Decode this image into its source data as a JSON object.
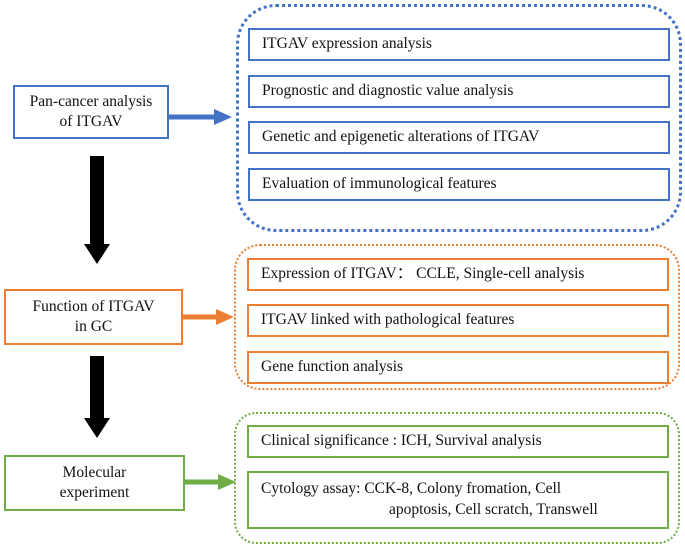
{
  "colors": {
    "blue": "#4472c4",
    "orange": "#ed7d31",
    "green": "#70ad47",
    "black": "#000000"
  },
  "stages": [
    {
      "id": "pan-cancer",
      "color": "blue",
      "lines": [
        "Pan-cancer analysis",
        "of ITGAV"
      ],
      "items": [
        "ITGAV expression analysis",
        "Prognostic and diagnostic value analysis",
        "Genetic and epigenetic alterations of ITGAV",
        "Evaluation of immunological features"
      ]
    },
    {
      "id": "function",
      "color": "orange",
      "lines": [
        "Function of ITGAV",
        "in GC"
      ],
      "items": [
        "Expression of ITGAV： CCLE, Single-cell analysis",
        "ITGAV linked with pathological features",
        "Gene function analysis"
      ]
    },
    {
      "id": "molecular",
      "color": "green",
      "lines": [
        "Molecular",
        "experiment"
      ],
      "items": [
        "Clinical significance : ICH, Survival analysis"
      ],
      "multiline_item": {
        "line1": "Cytology assay: CCK-8, Colony fromation, Cell",
        "line2": "apoptosis, Cell scratch, Transwell"
      }
    }
  ]
}
